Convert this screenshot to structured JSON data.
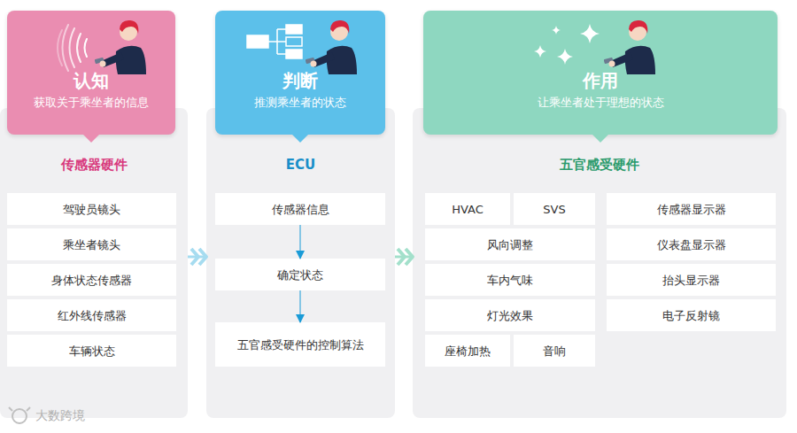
{
  "diagram": {
    "nodes": [
      {
        "text": [
          "认知",
          "获取关于乘坐者的信息"
        ]
      },
      {
        "text": [
          "传感器硬件"
        ]
      },
      {
        "text": [
          "驾驶员镜头"
        ],
        "in": 1
      },
      {
        "text": [
          "乘坐者镜头"
        ],
        "in": 1
      },
      {
        "text": [
          "身体状态传感器"
        ],
        "in": 1
      },
      {
        "text": [
          "红外线传感器"
        ],
        "in": 1
      },
      {
        "text": [
          "车辆状态"
        ],
        "in": 1
      },
      {
        "text": [
          "判断",
          "推测乘坐者的状态"
        ]
      },
      {
        "text": [
          "ECU"
        ]
      },
      {
        "text": [
          "传感器信息"
        ],
        "in": 8
      },
      {
        "text": [
          "确定状态"
        ],
        "in": 8
      },
      {
        "text": [
          "五官感受硬件的控制算法"
        ],
        "in": 8
      },
      {
        "text": [
          "作用",
          "让乘坐者处于理想的状态"
        ]
      },
      {
        "text": [
          "五官感受硬件"
        ]
      },
      {
        "text": [
          "HVAC"
        ],
        "in": 13
      },
      {
        "text": [
          "SVS"
        ],
        "in": 13
      },
      {
        "text": [
          "风向调整"
        ],
        "in": 13
      },
      {
        "text": [
          "车内气味"
        ],
        "in": 13
      },
      {
        "text": [
          "灯光效果"
        ],
        "in": 13
      },
      {
        "text": [
          "座椅加热"
        ],
        "in": 13
      },
      {
        "text": [
          "音响"
        ],
        "in": 13
      },
      {
        "text": [
          "传感器显示器"
        ],
        "in": 13
      },
      {
        "text": [
          "仪表盘显示器"
        ],
        "in": 13
      },
      {
        "text": [
          "抬头显示器"
        ],
        "in": 13
      },
      {
        "text": [
          "电子反射镜"
        ],
        "in": 13
      }
    ],
    "edges": [
      {
        "from": 1,
        "to": 8,
        "arrow": "to"
      },
      {
        "from": 8,
        "to": 13,
        "arrow": "to"
      },
      {
        "from": 9,
        "to": 10,
        "arrow": "to"
      },
      {
        "from": 10,
        "to": 11,
        "arrow": "to"
      }
    ],
    "labels": [
      "大数跨境"
    ]
  }
}
